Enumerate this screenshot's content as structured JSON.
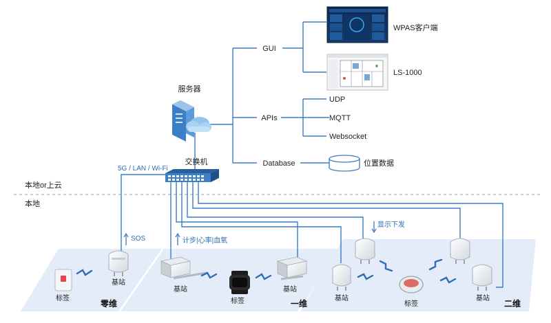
{
  "nodes": {
    "server": "服务器",
    "switch": "交换机",
    "gui": "GUI",
    "apis": "APIs",
    "database": "Database",
    "wpas": "WPAS客户端",
    "ls1000": "LS-1000",
    "udp": "UDP",
    "mqtt": "MQTT",
    "websocket": "Websocket",
    "position_data": "位置数据"
  },
  "links": {
    "network": "5G / LAN / Wi-Fi",
    "sos": "SOS",
    "vitals": "计步|心率|血氧",
    "display": "显示下发"
  },
  "regions": {
    "cloud": "本地or上云",
    "local": "本地"
  },
  "zones": {
    "zero": "零维",
    "one": "一维",
    "two": "二维"
  },
  "devices": {
    "base_station": "基站",
    "tag": "标签"
  },
  "colors": {
    "line": "#3a7cc4",
    "floor": "#e3ecf8",
    "accent": "#2e6db5"
  }
}
